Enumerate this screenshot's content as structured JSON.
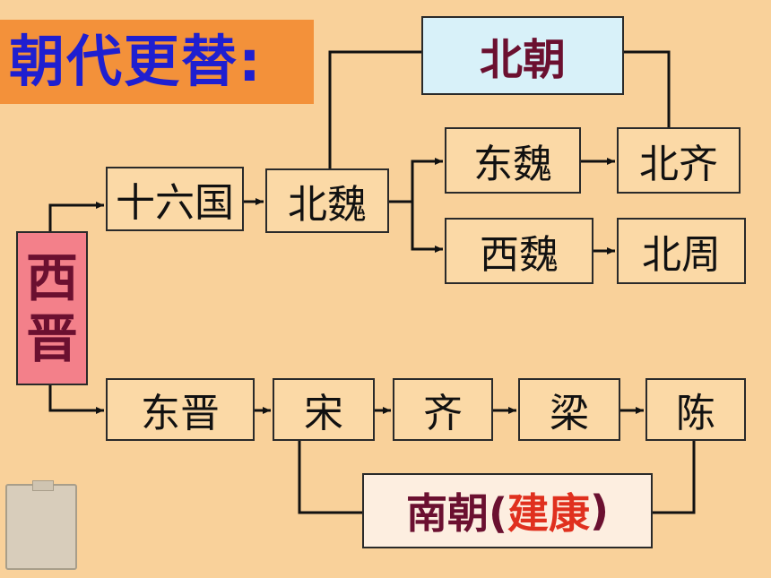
{
  "title": "朝代更替:",
  "nodes": {
    "xijin": [
      "西",
      "晋"
    ],
    "shiliuguo": "十六国",
    "beiwei": "北魏",
    "beichao": "北朝",
    "dongwei": "东魏",
    "beiqi": "北齐",
    "xiwei": "西魏",
    "beizhou": "北周",
    "dongjin": "东晋",
    "song": "宋",
    "qi": "齐",
    "liang": "梁",
    "chen": "陈",
    "nanchao": {
      "name": "南朝(",
      "capital": "建康",
      "close": ")"
    }
  },
  "colors": {
    "background": "#f9d19a",
    "title_bar": "#f3913a",
    "title_text": "#1f1fd0",
    "xijin_box": "#f3808a",
    "beichao_box": "#d8f1f9",
    "dynasty_text": "#6b1030",
    "capital_text": "#e0301e"
  },
  "icons": [
    "paper-note-icon"
  ]
}
